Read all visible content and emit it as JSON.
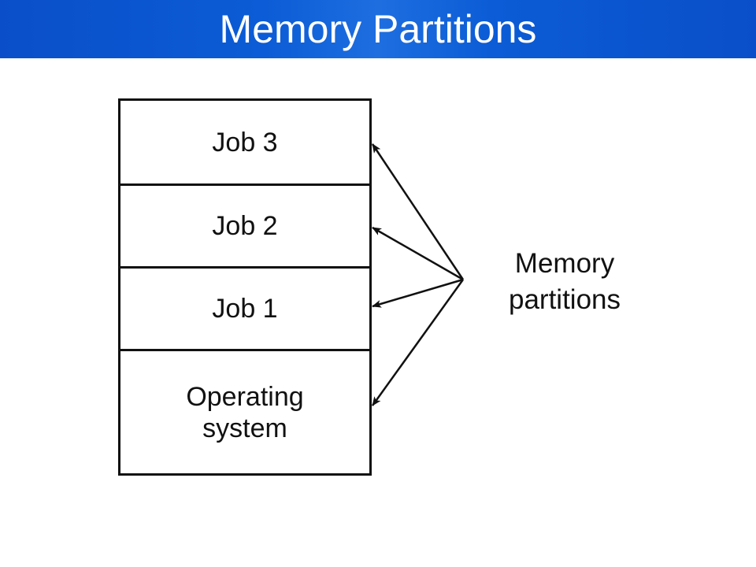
{
  "header": {
    "title": "Memory Partitions",
    "background_color": "#0b5cd6"
  },
  "diagram": {
    "partitions": [
      {
        "label": "Job 3"
      },
      {
        "label": "Job 2"
      },
      {
        "label": "Job 1"
      },
      {
        "label": "Operating system"
      }
    ],
    "callout": {
      "line1": "Memory",
      "line2": "partitions"
    }
  }
}
